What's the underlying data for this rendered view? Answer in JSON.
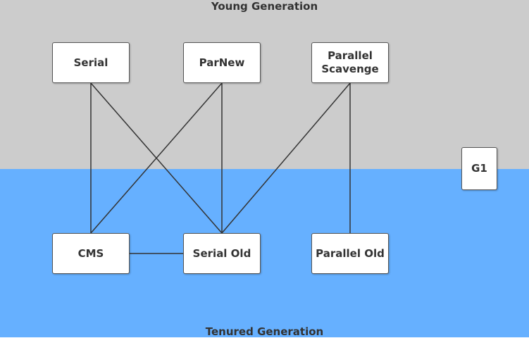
{
  "regions": {
    "young": {
      "label": "Young Generation",
      "color": "#cccccc"
    },
    "tenured": {
      "label": "Tenured Generation",
      "color": "#66b0ff"
    }
  },
  "nodes": {
    "serial": "Serial",
    "parnew": "ParNew",
    "parallel_scavenge": "Parallel\nScavenge",
    "g1": "G1",
    "cms": "CMS",
    "serial_old": "Serial Old",
    "parallel_old": "Parallel Old"
  },
  "colors": {
    "line": "#333333",
    "node_border": "#555555"
  }
}
